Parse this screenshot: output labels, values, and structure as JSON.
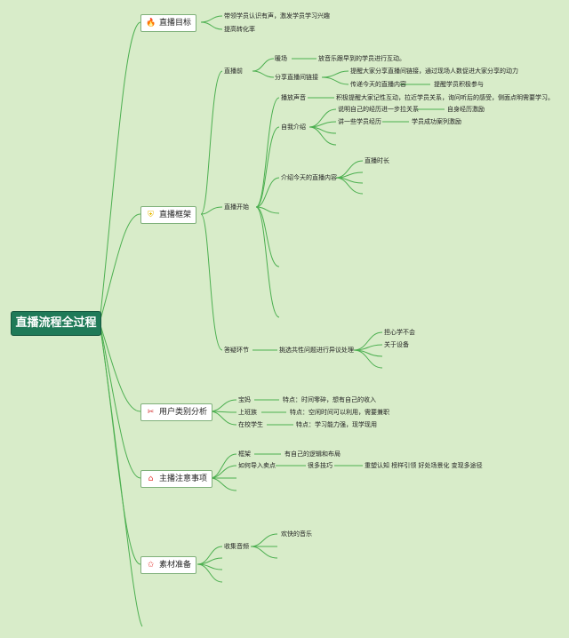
{
  "root": {
    "label": "直播流程全过程"
  },
  "colors": {
    "background": "#d8ecc9",
    "root_fill": "#1f7a58",
    "link": "#4caf50"
  },
  "topics": {
    "goal": {
      "label": "直播目标",
      "icon": "fire-icon",
      "items": [
        "带领学员认识有声，激发学员学习兴趣",
        "提高转化率"
      ]
    },
    "framework": {
      "label": "直播框架",
      "icon": "shield-icon",
      "before": {
        "label": "直播前",
        "warmup": {
          "label": "暖场",
          "desc": "放音乐跟早到的学员进行互动。"
        },
        "share": {
          "label": "分享直播间链接",
          "desc1": "提醒大家分享直播间链接，通过现场人数促进大家分享的动力",
          "desc2": "传递今天的直播内容",
          "desc3": "提醒学员积极参与"
        }
      },
      "start": {
        "label": "直播开始",
        "voice": {
          "label": "播放声音",
          "desc": "积极提醒大家记性互动，拉近学员关系，询问听后的感受，侧面点明需要学习。"
        },
        "intro": {
          "label": "自我介绍",
          "a": "说明自己的经历进一步拉关系",
          "a2": "自身经历激励",
          "b": "讲一些学员经历",
          "b2": "学员成功案列激励"
        },
        "content": {
          "label": "介绍今天的直播内容",
          "duration": "直播时长"
        }
      },
      "qa": {
        "label": "答疑环节",
        "desc": "挑选共性问题进行异议处理",
        "c1": "担心学不会",
        "c2": "关于设备"
      }
    },
    "users": {
      "label": "用户类别分析",
      "icon": "tools-icon",
      "rows": [
        {
          "label": "宝妈",
          "desc": "特点：时间零碎，想有自己的收入"
        },
        {
          "label": "上班族",
          "desc": "特点：空闲时间可以利用，需要兼职"
        },
        {
          "label": "在校学生",
          "desc": "特点：学习能力强，现学现用"
        }
      ]
    },
    "host": {
      "label": "主播注意事项",
      "icon": "home-icon",
      "frame": {
        "label": "框架",
        "desc": "有自己的逻辑和布局"
      },
      "sell": {
        "label": "如何导入卖点",
        "skill": "很多技巧",
        "desc": "重塑认知 榜样引领 好处场景化 变现多途径"
      }
    },
    "material": {
      "label": "素材准备",
      "icon": "star-icon",
      "audio": {
        "label": "收集音频",
        "desc": "欢快的音乐"
      }
    }
  }
}
